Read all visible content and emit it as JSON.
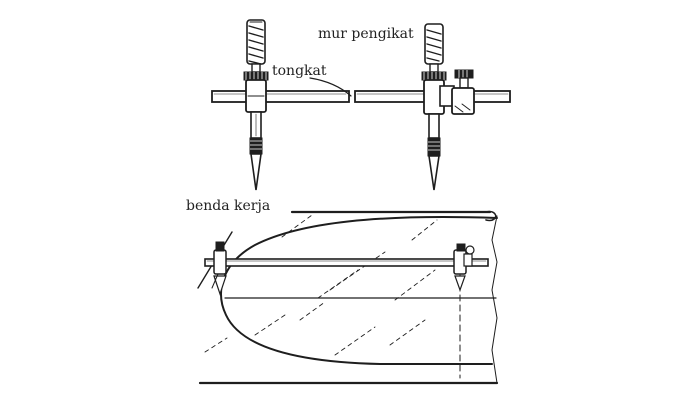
{
  "labels": {
    "lock_nut": "mur pengikat",
    "rod": "tongkat",
    "workpiece": "benda kerja"
  },
  "colors": {
    "ink": "#1e1e1e",
    "paper": "#ffffff"
  }
}
